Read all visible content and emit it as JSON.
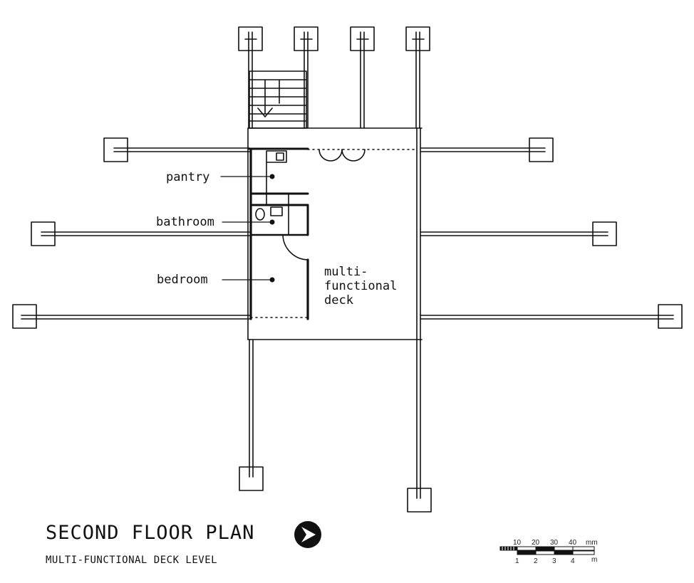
{
  "title": "SECOND FLOOR PLAN",
  "subtitle": "MULTI-FUNCTIONAL DECK LEVEL",
  "rooms": {
    "pantry": "pantry",
    "bathroom": "bathroom",
    "bedroom": "bedroom",
    "deck_line1": "multi-",
    "deck_line2": "functional",
    "deck_line3": "deck"
  },
  "scale_bar": {
    "mm_labels": [
      "10",
      "20",
      "30",
      "40"
    ],
    "mm_unit": "mm",
    "m_labels": [
      "1",
      "2",
      "3",
      "4"
    ],
    "m_unit": "m"
  },
  "colors": {
    "ink": "#111111",
    "paper": "#ffffff"
  },
  "icons": {
    "north_arrow": "north-arrow-icon"
  }
}
